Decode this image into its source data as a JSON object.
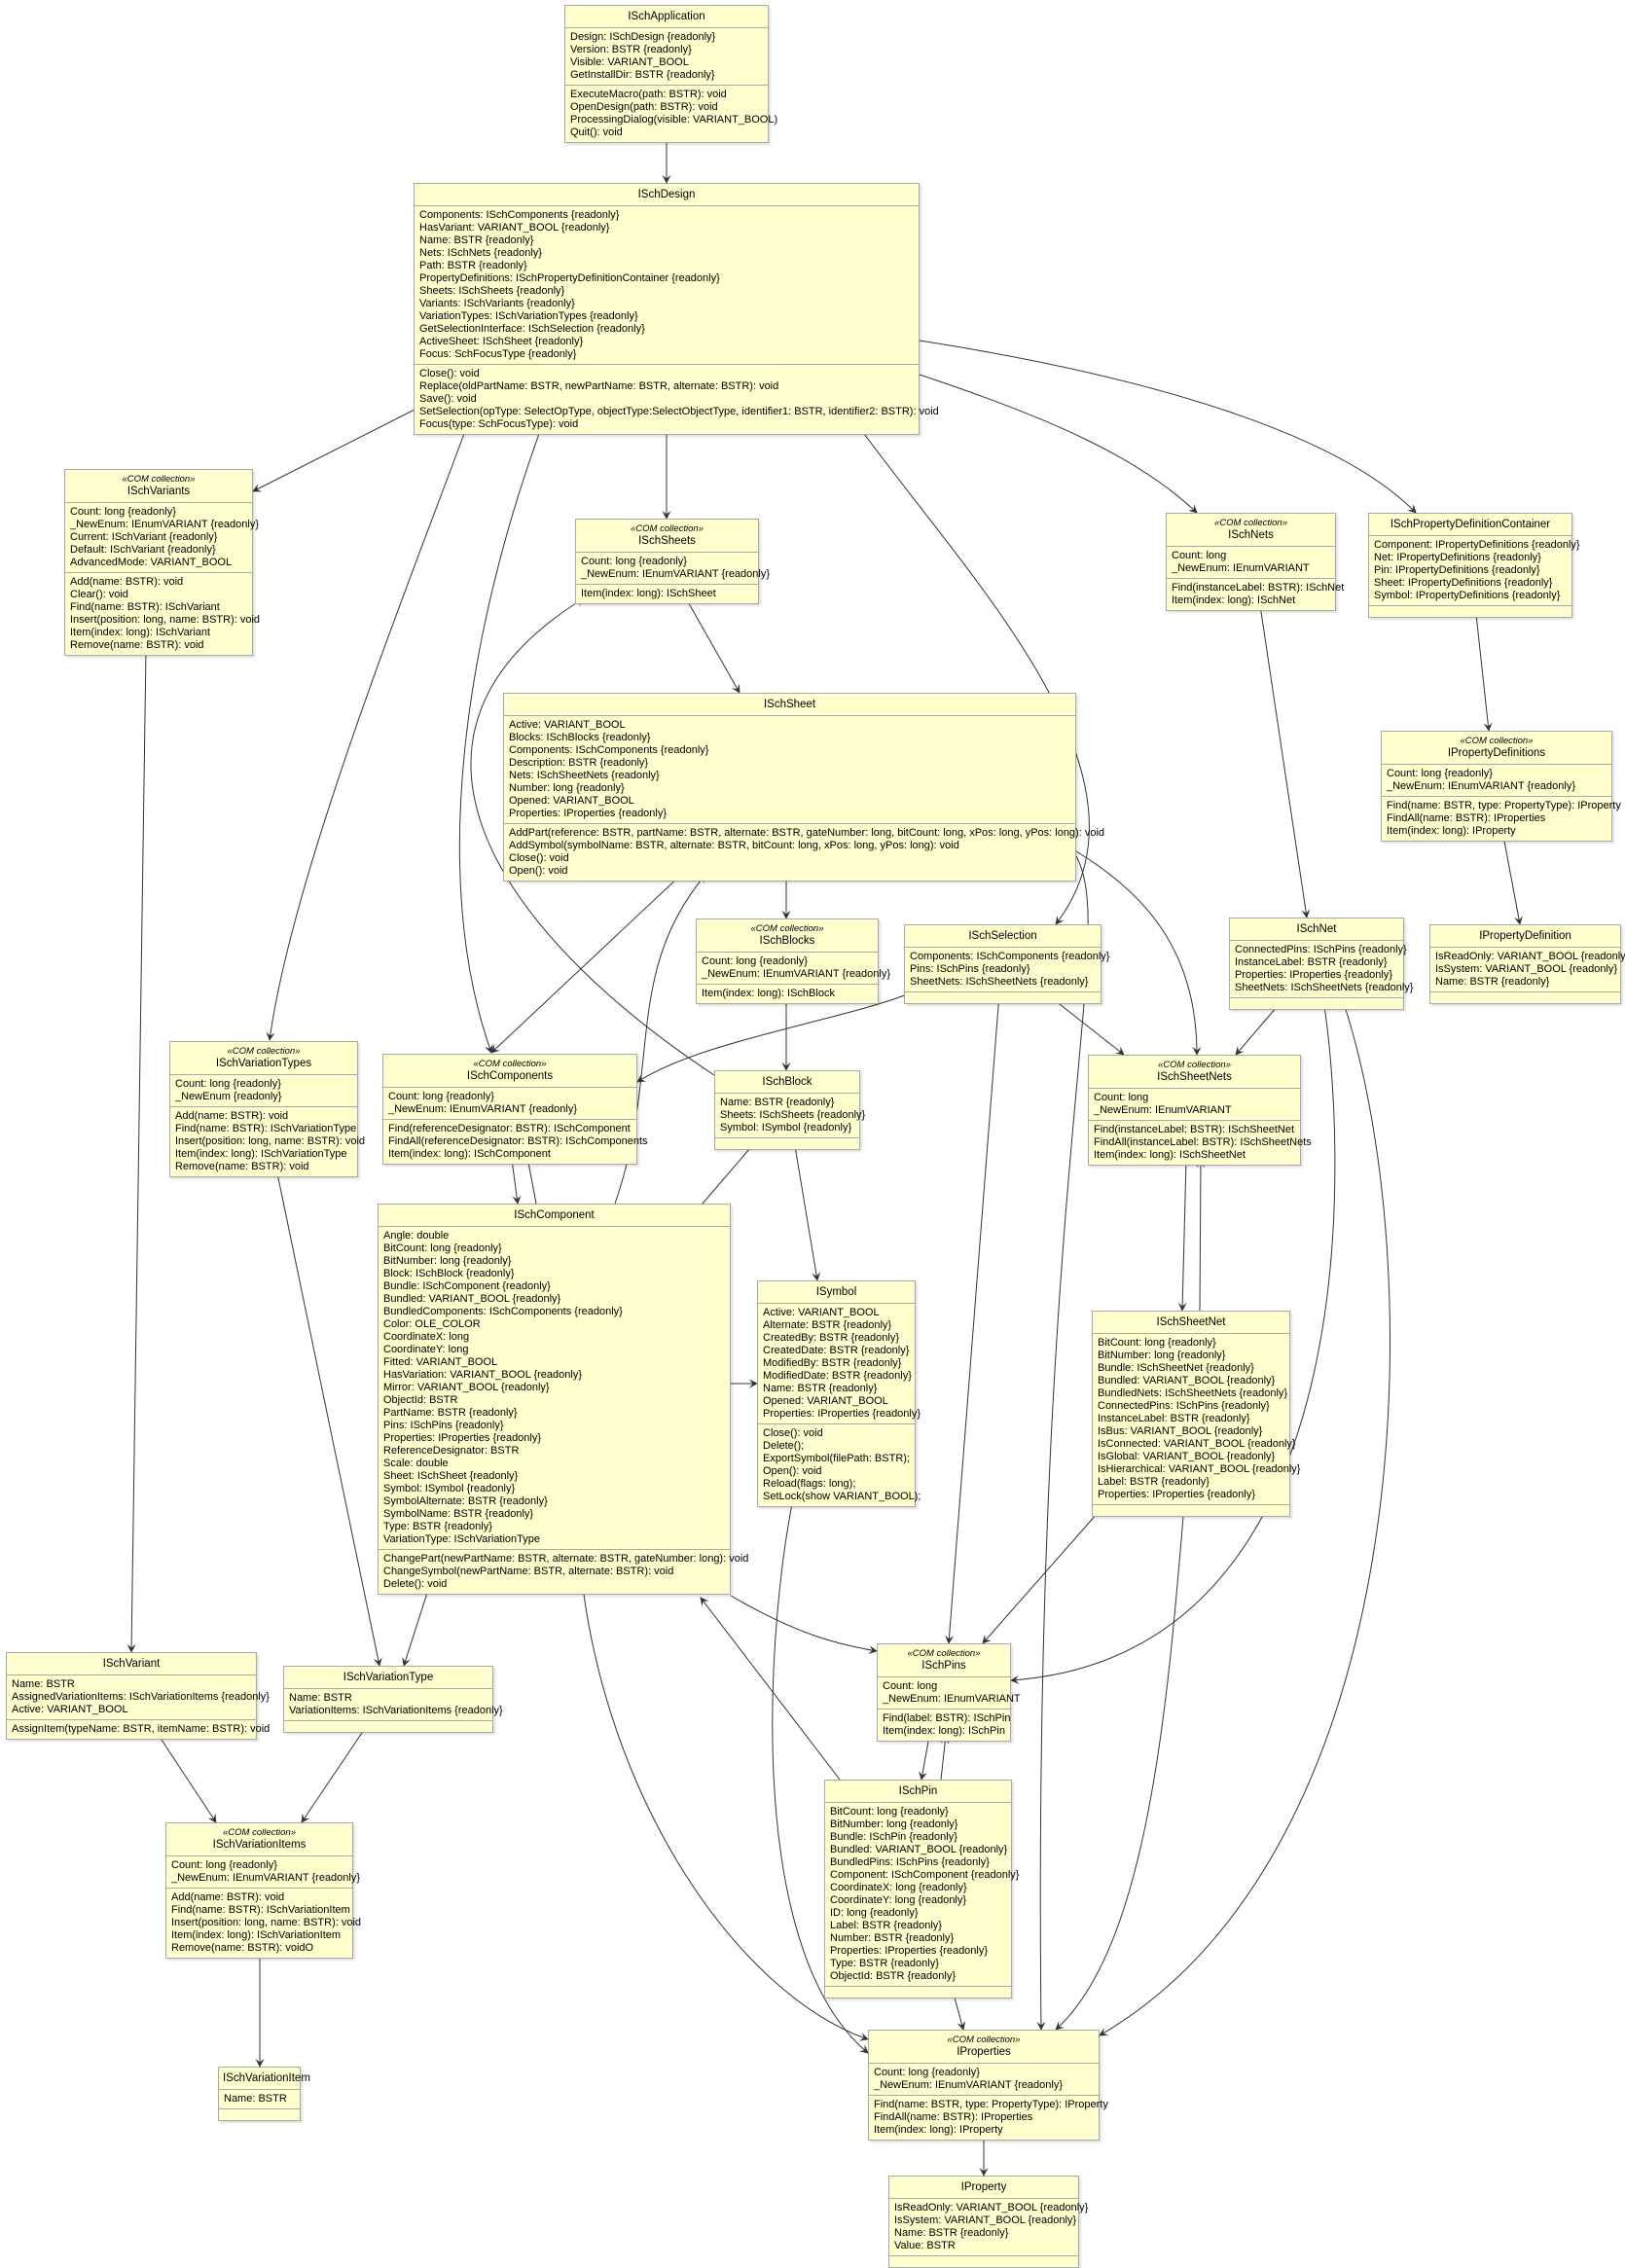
{
  "stereotype_label": "«COM collection»",
  "classes": {
    "app": {
      "name": "ISchApplication",
      "attributes": [
        "Design: ISchDesign {readonly}",
        "Version: BSTR {readonly}",
        "Visible: VARIANT_BOOL",
        "GetInstallDir: BSTR {readonly}"
      ],
      "methods": [
        "ExecuteMacro(path: BSTR): void",
        "OpenDesign(path: BSTR): void",
        "ProcessingDialog(visible: VARIANT_BOOL)",
        "Quit(): void"
      ]
    },
    "design": {
      "name": "ISchDesign",
      "attributes": [
        "Components: ISchComponents {readonly}",
        "HasVariant: VARIANT_BOOL {readonly}",
        "Name: BSTR {readonly}",
        "Nets: ISchNets {readonly}",
        "Path: BSTR {readonly}",
        "PropertyDefinitions: ISchPropertyDefinitionContainer {readonly}",
        "Sheets: ISchSheets {readonly}",
        "Variants: ISchVariants {readonly}",
        "VariationTypes: ISchVariationTypes {readonly}",
        "GetSelectionInterface: ISchSelection {readonly}",
        "ActiveSheet: ISchSheet {readonly}",
        "Focus: SchFocusType {readonly}"
      ],
      "methods": [
        "Close(): void",
        "Replace(oldPartName: BSTR, newPartName: BSTR, alternate: BSTR): void",
        "Save(): void",
        "SetSelection(opType: SelectOpType, objectType:SelectObjectType, identifier1: BSTR, identifier2: BSTR): void",
        "Focus(type: SchFocusType): void"
      ]
    },
    "variants": {
      "name": "ISchVariants",
      "collection": true,
      "attributes": [
        "Count: long {readonly}",
        "_NewEnum: IEnumVARIANT {readonly}",
        "Current: ISchVariant {readonly}",
        "Default: ISchVariant {readonly}",
        "AdvancedMode: VARIANT_BOOL"
      ],
      "methods": [
        "Add(name: BSTR): void",
        "Clear(): void",
        "Find(name: BSTR): ISchVariant",
        "Insert(position: long, name: BSTR): void",
        "Item(index: long): ISchVariant",
        "Remove(name: BSTR): void"
      ]
    },
    "sheets": {
      "name": "ISchSheets",
      "collection": true,
      "attributes": [
        "Count: long {readonly}",
        "_NewEnum: IEnumVARIANT {readonly}"
      ],
      "methods": [
        "Item(index: long): ISchSheet"
      ]
    },
    "nets": {
      "name": "ISchNets",
      "collection": true,
      "attributes": [
        "Count: long",
        "_NewEnum: IEnumVARIANT"
      ],
      "methods": [
        "Find(instanceLabel: BSTR): ISchNet",
        "Item(index: long): ISchNet"
      ]
    },
    "pdc": {
      "name": "ISchPropertyDefinitionContainer",
      "attributes": [
        "Component: IPropertyDefinitions {readonly}",
        "Net: IPropertyDefinitions {readonly}",
        "Pin: IPropertyDefinitions {readonly}",
        "Sheet: IPropertyDefinitions {readonly}",
        "Symbol: IPropertyDefinitions {readonly}"
      ],
      "methods": []
    },
    "pdefs": {
      "name": "IPropertyDefinitions",
      "collection": true,
      "attributes": [
        "Count: long {readonly}",
        "_NewEnum: IEnumVARIANT {readonly}"
      ],
      "methods": [
        "Find(name: BSTR, type: PropertyType): IProperty",
        "FindAll(name: BSTR): IProperties",
        "Item(index: long): IProperty"
      ]
    },
    "sheet": {
      "name": "ISchSheet",
      "attributes": [
        "Active: VARIANT_BOOL",
        "Blocks: ISchBlocks {readonly}",
        "Components: ISchComponents {readonly}",
        "Description: BSTR {readonly}",
        "Nets: ISchSheetNets {readonly}",
        "Number: long {readonly}",
        "Opened: VARIANT_BOOL",
        "Properties: IProperties {readonly}"
      ],
      "methods": [
        "AddPart(reference: BSTR, partName: BSTR, alternate: BSTR, gateNumber: long, bitCount: long, xPos: long, yPos: long): void",
        "AddSymbol(symbolName: BSTR, alternate: BSTR, bitCount: long, xPos: long, yPos: long): void",
        "Close(): void",
        "Open(): void"
      ]
    },
    "blocks": {
      "name": "ISchBlocks",
      "collection": true,
      "attributes": [
        "Count: long {readonly}",
        "_NewEnum: IEnumVARIANT {readonly}"
      ],
      "methods": [
        "Item(index: long): ISchBlock"
      ]
    },
    "selection": {
      "name": "ISchSelection",
      "attributes": [
        "Components: ISchComponents {readonly}",
        "Pins: ISchPins {readonly}",
        "SheetNets: ISchSheetNets {readonly}"
      ],
      "methods": []
    },
    "net": {
      "name": "ISchNet",
      "attributes": [
        "ConnectedPins: ISchPins {readonly}",
        "InstanceLabel: BSTR {readonly}",
        "Properties: IProperties {readonly}",
        "SheetNets: ISchSheetNets {readonly}"
      ],
      "methods": []
    },
    "pdef": {
      "name": "IPropertyDefinition",
      "attributes": [
        "IsReadOnly: VARIANT_BOOL {readonly}",
        "IsSystem: VARIANT_BOOL {readonly}",
        "Name: BSTR {readonly}"
      ],
      "methods": []
    },
    "vtypes": {
      "name": "ISchVariationTypes",
      "collection": true,
      "attributes": [
        "Count: long {readonly}",
        "_NewEnum {readonly}"
      ],
      "methods": [
        "Add(name: BSTR): void",
        "Find(name: BSTR): ISchVariationType",
        "Insert(position: long, name: BSTR): void",
        "Item(index: long): ISchVariationType",
        "Remove(name: BSTR): void"
      ]
    },
    "components": {
      "name": "ISchComponents",
      "collection": true,
      "attributes": [
        "Count: long {readonly}",
        "_NewEnum: IEnumVARIANT {readonly}"
      ],
      "methods": [
        "Find(referenceDesignator: BSTR): ISchComponent",
        "FindAll(referenceDesignator: BSTR): ISchComponents",
        "Item(index: long): ISchComponent"
      ]
    },
    "block": {
      "name": "ISchBlock",
      "attributes": [
        "Name: BSTR {readonly}",
        "Sheets: ISchSheets {readonly}",
        "Symbol: ISymbol {readonly}"
      ],
      "methods": []
    },
    "sheetnets": {
      "name": "ISchSheetNets",
      "collection": true,
      "attributes": [
        "Count: long",
        "_NewEnum: IEnumVARIANT"
      ],
      "methods": [
        "Find(instanceLabel: BSTR): ISchSheetNet",
        "FindAll(instanceLabel: BSTR): ISchSheetNets",
        "Item(index: long): ISchSheetNet"
      ]
    },
    "component": {
      "name": "ISchComponent",
      "attributes": [
        "Angle: double",
        "BitCount: long {readonly}",
        "BitNumber: long {readonly}",
        "Block: ISchBlock {readonly}",
        "Bundle: ISchComponent {readonly}",
        "Bundled: VARIANT_BOOL {readonly}",
        "BundledComponents: ISchComponents {readonly}",
        "Color: OLE_COLOR",
        "CoordinateX: long",
        "CoordinateY: long",
        "Fitted: VARIANT_BOOL",
        "HasVariation: VARIANT_BOOL {readonly}",
        "Mirror: VARIANT_BOOL {readonly}",
        "ObjectId: BSTR",
        "PartName: BSTR {readonly}",
        "Pins: ISchPins {readonly}",
        "Properties: IProperties {readonly}",
        "ReferenceDesignator: BSTR",
        "Scale: double",
        "Sheet: ISchSheet {readonly}",
        "Symbol: ISymbol {readonly}",
        "SymbolAlternate: BSTR {readonly}",
        "SymbolName: BSTR {readonly}",
        "Type: BSTR {readonly}",
        "VariationType: ISchVariationType"
      ],
      "methods": [
        "ChangePart(newPartName: BSTR, alternate: BSTR, gateNumber: long): void",
        "ChangeSymbol(newPartName: BSTR, alternate: BSTR): void",
        "Delete(): void"
      ]
    },
    "symbol": {
      "name": "ISymbol",
      "attributes": [
        "Active: VARIANT_BOOL",
        "Alternate: BSTR {readonly}",
        "CreatedBy: BSTR {readonly}",
        "CreatedDate: BSTR {readonly}",
        "ModifiedBy: BSTR {readonly}",
        "ModifiedDate: BSTR {readonly}",
        "Name: BSTR {readonly}",
        "Opened: VARIANT_BOOL",
        "Properties: IProperties {readonly}"
      ],
      "methods": [
        "Close(): void",
        "Delete();",
        "ExportSymbol(filePath: BSTR);",
        "Open(): void",
        "Reload(flags: long);",
        "SetLock(show VARIANT_BOOL);"
      ]
    },
    "sheetnet": {
      "name": "ISchSheetNet",
      "attributes": [
        "BitCount: long {readonly}",
        "BitNumber: long {readonly}",
        "Bundle: ISchSheetNet {readonly}",
        "Bundled: VARIANT_BOOL {readonly}",
        "BundledNets: ISchSheetNets {readonly}",
        "ConnectedPins: ISchPins {readonly}",
        "InstanceLabel: BSTR {readonly}",
        "IsBus: VARIANT_BOOL {readonly}",
        "IsConnected: VARIANT_BOOL {readonly}",
        "IsGlobal: VARIANT_BOOL {readonly}",
        "IsHierarchical: VARIANT_BOOL {readonly}",
        "Label: BSTR {readonly}",
        "Properties: IProperties {readonly}"
      ],
      "methods": []
    },
    "variant": {
      "name": "ISchVariant",
      "attributes": [
        "Name: BSTR",
        "AssignedVariationItems: ISchVariationItems {readonly}",
        "Active: VARIANT_BOOL"
      ],
      "methods": [
        "AssignItem(typeName: BSTR, itemName: BSTR): void"
      ]
    },
    "vtype": {
      "name": "ISchVariationType",
      "attributes": [
        "Name: BSTR",
        "VariationItems: ISchVariationItems {readonly}"
      ],
      "methods": []
    },
    "vitems": {
      "name": "ISchVariationItems",
      "collection": true,
      "attributes": [
        "Count: long {readonly}",
        "_NewEnum: IEnumVARIANT {readonly}"
      ],
      "methods": [
        "Add(name: BSTR): void",
        "Find(name: BSTR): ISchVariationItem",
        "Insert(position: long, name: BSTR): void",
        "Item(index: long): ISchVariationItem",
        "Remove(name: BSTR): voidO"
      ]
    },
    "vitem": {
      "name": "ISchVariationItem",
      "attributes": [
        "Name: BSTR"
      ],
      "methods": []
    },
    "pins": {
      "name": "ISchPins",
      "collection": true,
      "attributes": [
        "Count: long",
        "_NewEnum: IEnumVARIANT"
      ],
      "methods": [
        "Find(label: BSTR): ISchPin",
        "Item(index: long): ISchPin"
      ]
    },
    "pin": {
      "name": "ISchPin",
      "attributes": [
        "BitCount: long {readonly}",
        "BitNumber: long {readonly}",
        "Bundle: ISchPin {readonly}",
        "Bundled: VARIANT_BOOL {readonly}",
        "BundledPins: ISchPins {readonly}",
        "Component: ISchComponent {readonly}",
        "CoordinateX: long {readonly}",
        "CoordinateY: long {readonly}",
        "ID: long {readonly}",
        "Label: BSTR {readonly}",
        "Number: BSTR {readonly}",
        "Properties: IProperties {readonly}",
        "Type: BSTR {readonly}",
        "ObjectId: BSTR {readonly}"
      ],
      "methods": []
    },
    "props": {
      "name": "IProperties",
      "collection": true,
      "attributes": [
        "Count: long {readonly}",
        "_NewEnum: IEnumVARIANT {readonly}"
      ],
      "methods": [
        "Find(name: BSTR, type: PropertyType): IProperty",
        "FindAll(name: BSTR): IProperties",
        "Item(index: long): IProperty"
      ]
    },
    "prop": {
      "name": "IProperty",
      "attributes": [
        "IsReadOnly: VARIANT_BOOL {readonly}",
        "IsSystem: VARIANT_BOOL {readonly}",
        "Name: BSTR {readonly}",
        "Value: BSTR"
      ],
      "methods": []
    }
  },
  "colors": {
    "class_fill": "#fefece",
    "class_border": "#a8a8a8",
    "edge": "#333333"
  }
}
